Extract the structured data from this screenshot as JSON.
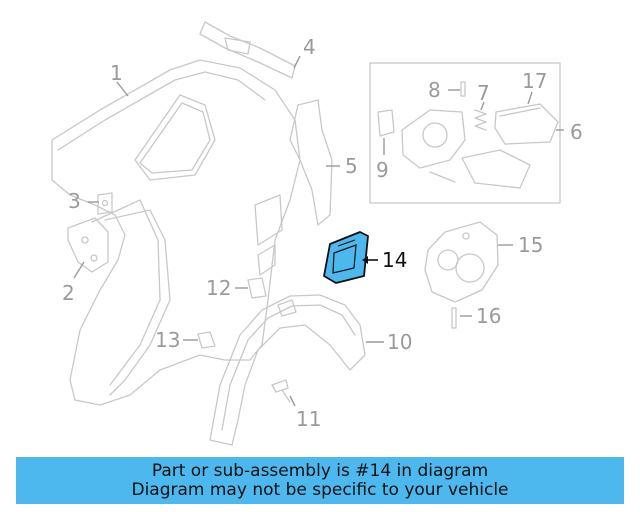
{
  "callouts": {
    "c1": "1",
    "c2": "2",
    "c3": "3",
    "c4": "4",
    "c5": "5",
    "c6": "6",
    "c7": "7",
    "c8": "8",
    "c9": "9",
    "c10": "10",
    "c11": "11",
    "c12": "12",
    "c13": "13",
    "c14": "14",
    "c15": "15",
    "c16": "16",
    "c17": "17"
  },
  "highlighted_part": "14",
  "colors": {
    "highlight_fill": "#4db8ee",
    "banner": "#4db8ee",
    "line_art": "#c8c8c8",
    "callout_text": "#9a9a9a"
  },
  "banner": {
    "line1": "Part or sub-assembly is #14 in diagram",
    "line2": "Diagram may not be specific to your vehicle"
  }
}
